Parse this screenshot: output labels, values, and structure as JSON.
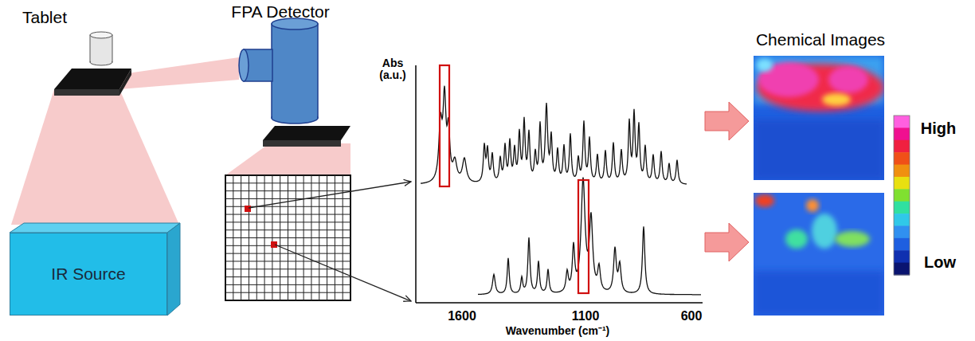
{
  "diagram": {
    "nodes": [
      {
        "text": [
          "IR Source"
        ]
      }
    ],
    "labels": [
      "Tablet",
      "FPA Detector",
      "Abs (a.u.)",
      "1600",
      "1100",
      "600",
      "Wavenumber (cm⁻¹)",
      "Chemical Images",
      "High",
      "Low"
    ]
  }
}
